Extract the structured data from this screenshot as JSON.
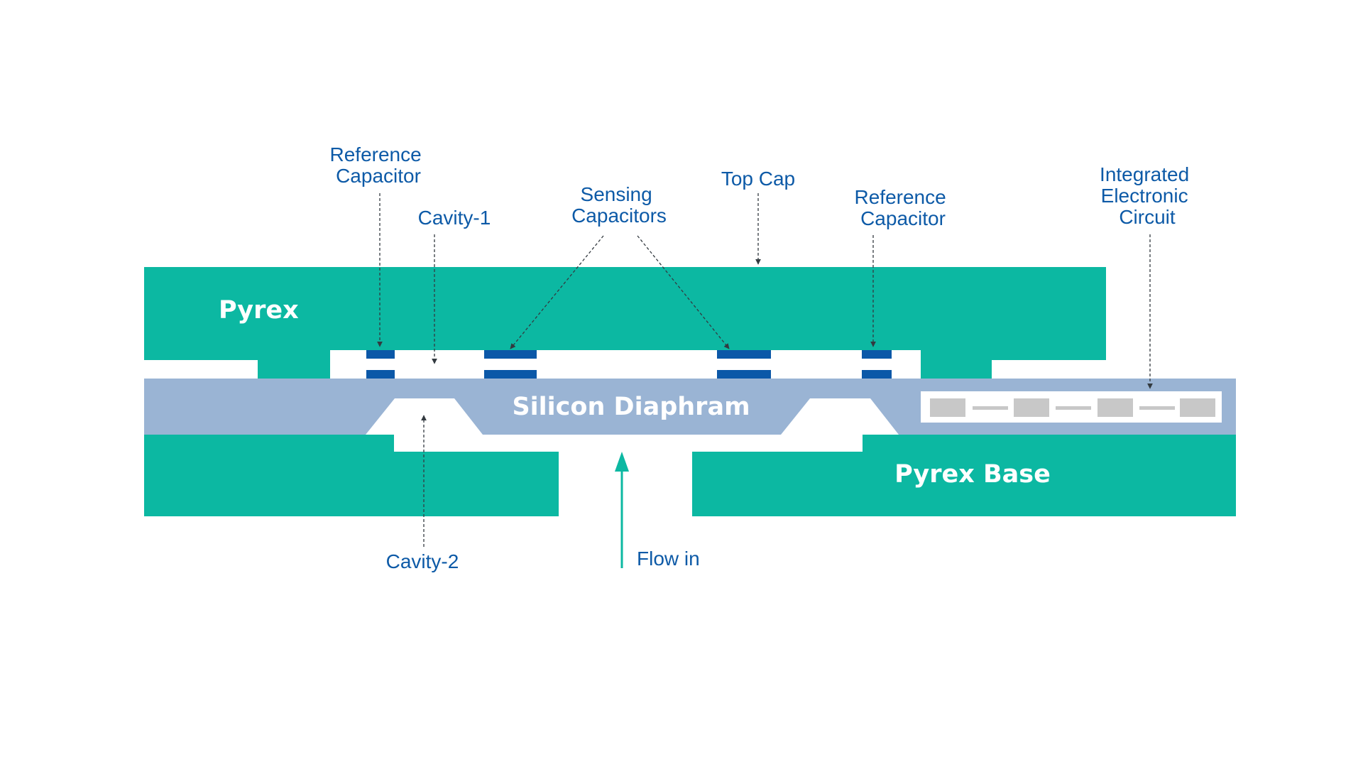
{
  "labels": {
    "reference_capacitor_left": [
      "Reference",
      "Capacitor"
    ],
    "cavity_1": "Cavity-1",
    "sensing_capacitors": [
      "Sensing",
      "Capacitors"
    ],
    "top_cap": "Top Cap",
    "reference_capacitor_right": [
      "Reference",
      "Capacitor"
    ],
    "integrated_electronic_circuit": [
      "Integrated",
      "Electronic",
      "Circuit"
    ],
    "pyrex": "Pyrex",
    "silicon_diaphram": "Silicon Diaphram",
    "pyrex_base": "Pyrex Base",
    "cavity_2": "Cavity-2",
    "flow_in": "Flow in"
  },
  "colors": {
    "pyrex": "#0cb8a2",
    "silicon": "#9ab4d4",
    "capacitor": "#0b58a8",
    "circuit_component": "#c8c8c8",
    "label_text": "#0d5aa7",
    "flow_arrow": "#0cb8a2"
  }
}
